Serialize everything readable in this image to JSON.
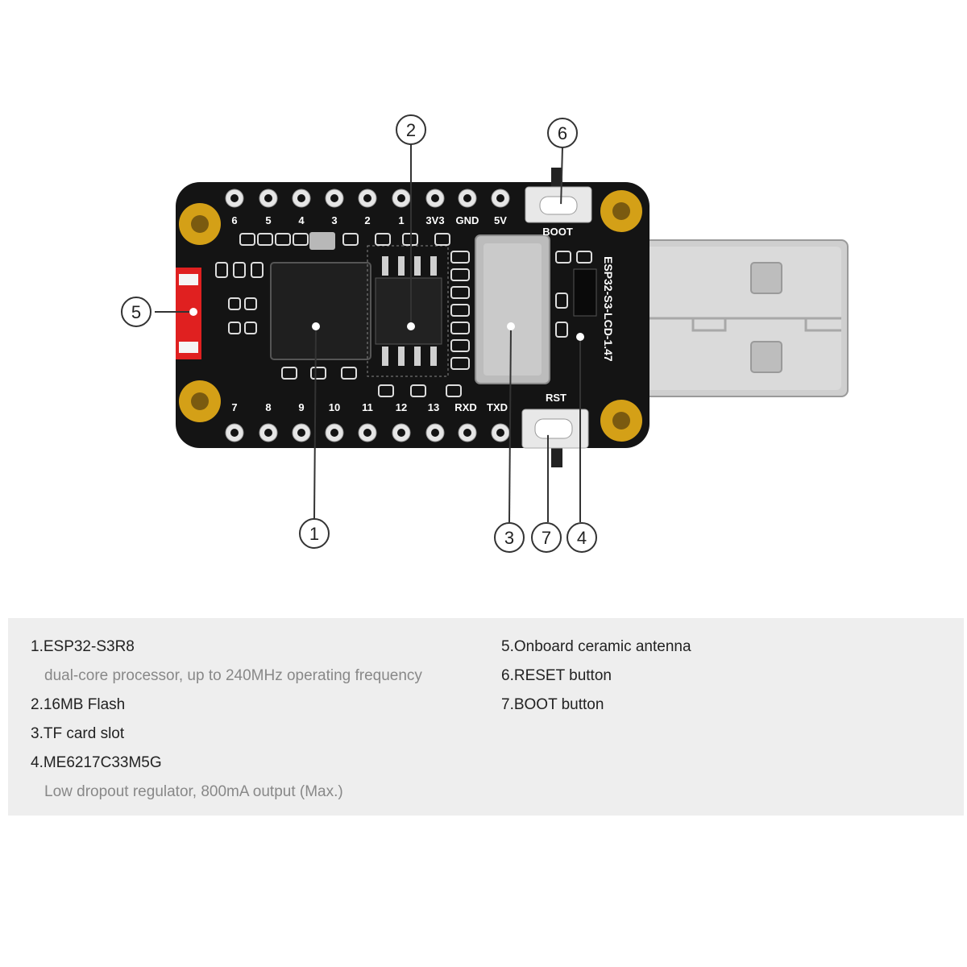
{
  "board": {
    "pin_labels_top": [
      "6",
      "5",
      "4",
      "3",
      "2",
      "1",
      "3V3",
      "GND",
      "5V"
    ],
    "pin_labels_bottom": [
      "7",
      "8",
      "9",
      "10",
      "11",
      "12",
      "13",
      "RXD",
      "TXD"
    ],
    "boot_label": "BOOT",
    "rst_label": "RST",
    "model_label": "ESP32-S3-LCD-1.47"
  },
  "callouts": [
    "1",
    "2",
    "3",
    "4",
    "5",
    "6",
    "7"
  ],
  "legend": {
    "left": [
      {
        "title": "1.ESP32-S3R8",
        "desc": "dual-core processor, up to 240MHz operating frequency"
      },
      {
        "title": "2.16MB Flash"
      },
      {
        "title": "3.TF card slot"
      },
      {
        "title": "4.ME6217C33M5G",
        "desc": "Low dropout regulator, 800mA output (Max.)"
      }
    ],
    "right": [
      {
        "title": "5.Onboard ceramic antenna"
      },
      {
        "title": "6.RESET button"
      },
      {
        "title": "7.BOOT button"
      }
    ]
  },
  "colors": {
    "pcb": "#141414",
    "gold": "#d4a017",
    "usb_metal": "#c8c8c8",
    "antenna": "#e02020",
    "background_panel": "#eeeeee"
  }
}
